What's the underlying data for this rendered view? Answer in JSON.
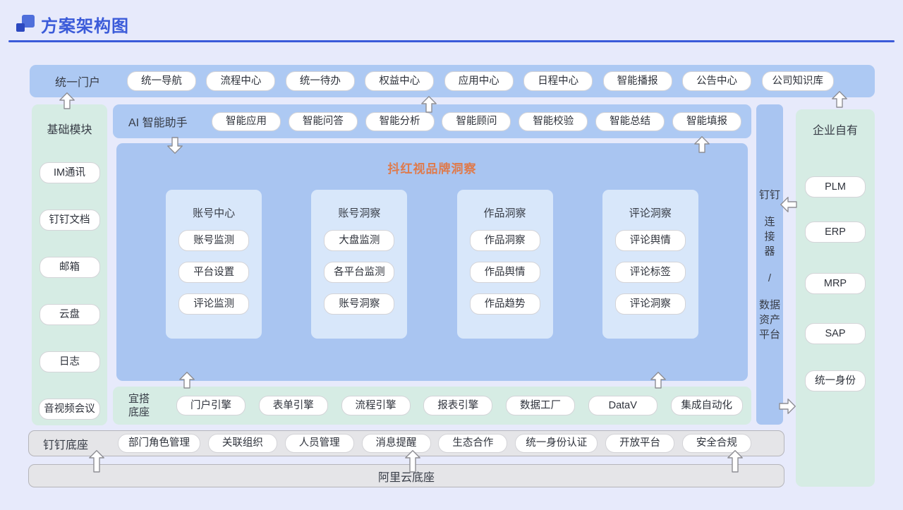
{
  "page": {
    "title": "方案架构图"
  },
  "colors": {
    "accent_blue": "#3b5bd9",
    "panel_blue": "#adc9f3",
    "core_blue": "#a9c5f1",
    "card_blue": "#d8e7fa",
    "mint_green": "#d6ece4",
    "gray_base": "#e5e5e8",
    "core_title_orange": "#df7a4b"
  },
  "portal": {
    "label": "统一门户",
    "items": [
      "统一导航",
      "流程中心",
      "统一待办",
      "权益中心",
      "应用中心",
      "日程中心",
      "智能播报",
      "公告中心",
      "公司知识库"
    ]
  },
  "base_modules": {
    "label": "基础模块",
    "items": [
      "IM通讯",
      "钉钉文档",
      "邮箱",
      "云盘",
      "日志",
      "音视频会议"
    ]
  },
  "ai_assistant": {
    "label": "AI 智能助手",
    "items": [
      "智能应用",
      "智能问答",
      "智能分析",
      "智能顾问",
      "智能校验",
      "智能总结",
      "智能填报"
    ]
  },
  "core": {
    "title": "抖红视品牌洞察",
    "columns": [
      {
        "title": "账号中心",
        "items": [
          "账号监测",
          "平台设置",
          "评论监测"
        ]
      },
      {
        "title": "账号洞察",
        "items": [
          "大盘监测",
          "各平台监测",
          "账号洞察"
        ]
      },
      {
        "title": "作品洞察",
        "items": [
          "作品洞察",
          "作品舆情",
          "作品趋势"
        ]
      },
      {
        "title": "评论洞察",
        "items": [
          "评论舆情",
          "评论标签",
          "评论洞察"
        ]
      }
    ]
  },
  "yida_base": {
    "label_line1": "宜搭",
    "label_line2": "底座",
    "items": [
      "门户引擎",
      "表单引擎",
      "流程引擎",
      "报表引擎",
      "数据工厂",
      "DataV",
      "集成自动化"
    ]
  },
  "connector": {
    "lines": [
      "钉钉",
      "连",
      "接",
      "器",
      "/",
      "数据",
      "资产",
      "平台"
    ]
  },
  "enterprise": {
    "label": "企业自有",
    "items": [
      "PLM",
      "ERP",
      "MRP",
      "SAP",
      "统一身份"
    ]
  },
  "dingtalk_base": {
    "label": "钉钉底座",
    "items": [
      "部门角色管理",
      "关联组织",
      "人员管理",
      "消息提醒",
      "生态合作",
      "统一身份认证",
      "开放平台",
      "安全合规"
    ]
  },
  "aliyun_base": {
    "label": "阿里云底座"
  }
}
